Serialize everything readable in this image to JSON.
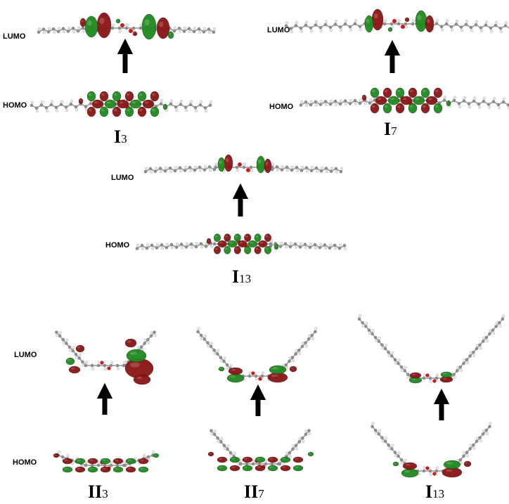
{
  "labels": {
    "homo": "HOMO",
    "lumo": "LUMO"
  },
  "compounds": [
    {
      "id": "I3",
      "name": "I",
      "sub": "3"
    },
    {
      "id": "I7",
      "name": "I",
      "sub": "7"
    },
    {
      "id": "I13",
      "name": "I",
      "sub": "13"
    },
    {
      "id": "II3",
      "name": "II",
      "sub": "3"
    },
    {
      "id": "II7",
      "name": "II",
      "sub": "7"
    },
    {
      "id": "I13b",
      "name": "I",
      "sub": "13"
    }
  ],
  "colors": {
    "lobe_positive": "#8b1414",
    "lobe_negative": "#1e8a1e",
    "carbon": "#8c8c8c",
    "hydrogen": "#e8e8e8",
    "oxygen": "#cc1a1a",
    "arrow": "#000000"
  }
}
